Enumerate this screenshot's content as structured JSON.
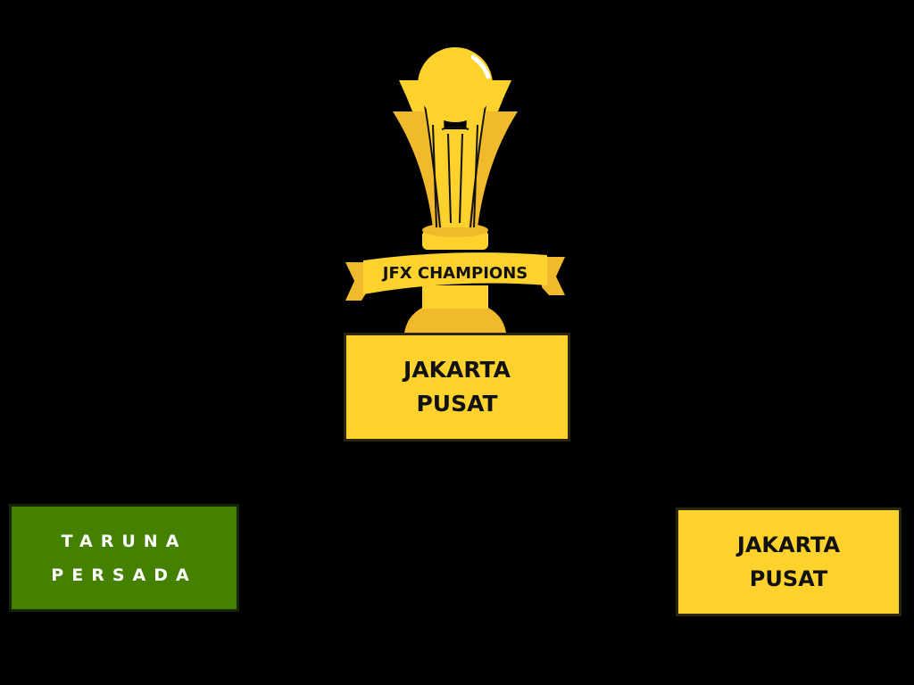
{
  "trophy": {
    "icon": "trophy-icon",
    "banner_text": "JFX CHAMPIONS",
    "colors": {
      "gold": "#fdd22c",
      "gold_dark": "#f1b92c",
      "outline": "#111111"
    }
  },
  "champion": {
    "line1": "JAKARTA",
    "line2": "PUSAT",
    "color": "#fdd22c"
  },
  "finalists": [
    {
      "line1": "TARUNA",
      "line2": "PERSADA",
      "color": "#448101"
    },
    {
      "line1": "JAKARTA",
      "line2": "PUSAT",
      "color": "#fdd22c"
    }
  ],
  "background": "#000000"
}
